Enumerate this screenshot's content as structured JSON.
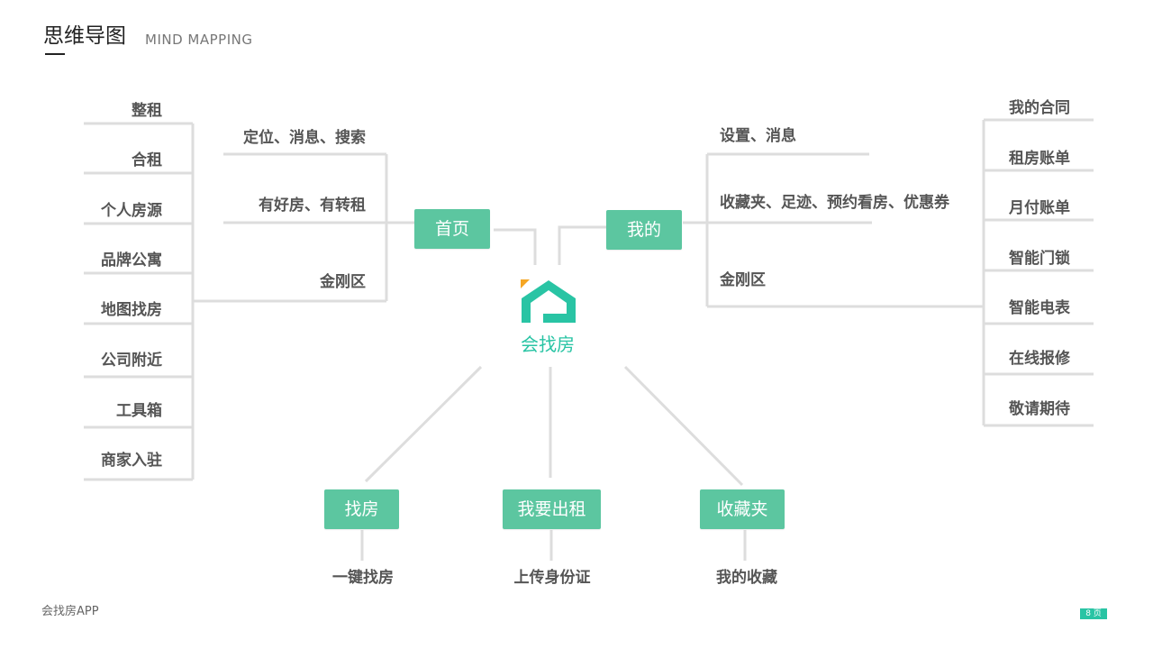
{
  "header": {
    "title": "思维导图",
    "subtitle": "MIND MAPPING"
  },
  "center": {
    "name": "会找房",
    "accent_color": "#29c4a4",
    "logo_icon": "house-icon"
  },
  "nodes": {
    "home": "首页",
    "mine": "我的",
    "find": "找房",
    "rent_out": "我要出租",
    "favorites": "收藏夹"
  },
  "home_sub": [
    "定位、消息、搜索",
    "有好房、有转租",
    "金刚区"
  ],
  "home_grid": [
    "整租",
    "合租",
    "个人房源",
    "品牌公寓",
    "地图找房",
    "公司附近",
    "工具箱",
    "商家入驻"
  ],
  "mine_sub": [
    "设置、消息",
    "收藏夹、足迹、预约看房、优惠券",
    "金刚区"
  ],
  "mine_grid": [
    "我的合同",
    "租房账单",
    "月付账单",
    "智能门锁",
    "智能电表",
    "在线报修",
    "敬请期待"
  ],
  "bottom_sub": {
    "find": "一键找房",
    "rent_out": "上传身份证",
    "favorites": "我的收藏"
  },
  "colors": {
    "node_fill": "#5cc6a0",
    "line": "#dddddd",
    "text": "#555555"
  },
  "footer": {
    "app_name": "会找房APP",
    "page": "8 页"
  }
}
